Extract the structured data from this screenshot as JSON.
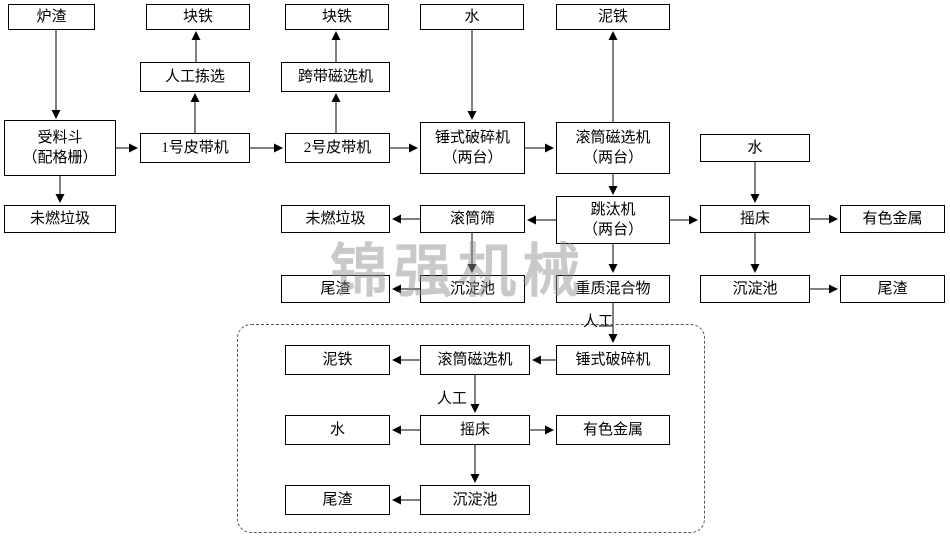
{
  "diagram": {
    "watermark": "锦强机械",
    "annotations": {
      "manual_1": "人工",
      "manual_2": "人工"
    },
    "nodes": {
      "slag": {
        "label": "炉渣"
      },
      "lump_iron_1": {
        "label": "块铁"
      },
      "lump_iron_2": {
        "label": "块铁"
      },
      "water_top": {
        "label": "水"
      },
      "mud_iron_top": {
        "label": "泥铁"
      },
      "manual_sorting": {
        "label": "人工拣选"
      },
      "crossbelt_magnetic_separator": {
        "label": "跨带磁选机"
      },
      "receiving_hopper": {
        "label": "受料斗\n（配格栅）"
      },
      "belt_conveyor_1": {
        "label": "1号皮带机"
      },
      "belt_conveyor_2": {
        "label": "2号皮带机"
      },
      "hammer_crusher_two": {
        "label": "锤式破碎机\n（两台）"
      },
      "drum_magnetic_separator_two": {
        "label": "滚筒磁选机\n（两台）"
      },
      "water_right": {
        "label": "水"
      },
      "unburned_garbage_left": {
        "label": "未燃垃圾"
      },
      "unburned_garbage_mid": {
        "label": "未燃垃圾"
      },
      "drum_screen": {
        "label": "滚筒筛"
      },
      "jig_two": {
        "label": "跳汰机\n（两台）"
      },
      "shaking_table_right": {
        "label": "摇床"
      },
      "nonferrous_right": {
        "label": "有色金属"
      },
      "tailings_mid": {
        "label": "尾渣"
      },
      "sedimentation_mid": {
        "label": "沉淀池"
      },
      "heavy_mixture": {
        "label": "重质混合物"
      },
      "sedimentation_right": {
        "label": "沉淀池"
      },
      "tailings_right": {
        "label": "尾渣"
      },
      "mud_iron_sub": {
        "label": "泥铁"
      },
      "drum_magnetic_separator_sub": {
        "label": "滚筒磁选机"
      },
      "hammer_crusher_sub": {
        "label": "锤式破碎机"
      },
      "water_sub": {
        "label": "水"
      },
      "shaking_table_sub": {
        "label": "摇床"
      },
      "nonferrous_sub": {
        "label": "有色金属"
      },
      "tailings_sub": {
        "label": "尾渣"
      },
      "sedimentation_sub": {
        "label": "沉淀池"
      }
    }
  }
}
